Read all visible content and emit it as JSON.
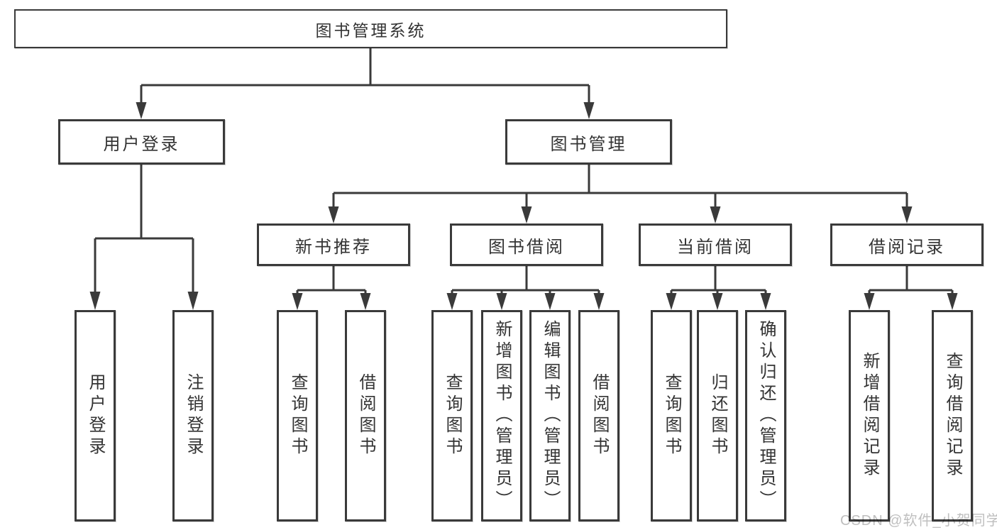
{
  "diagram": {
    "root": {
      "label": "图书管理系统"
    },
    "level2": [
      {
        "label": "用户登录"
      },
      {
        "label": "图书管理"
      }
    ],
    "level3": [
      {
        "label": "新书推荐"
      },
      {
        "label": "图书借阅"
      },
      {
        "label": "当前借阅"
      },
      {
        "label": "借阅记录"
      }
    ],
    "leaves": {
      "user_login": [
        {
          "label": "用户登录"
        },
        {
          "label": "注销登录"
        }
      ],
      "new_book": [
        {
          "label": "查询图书"
        },
        {
          "label": "借阅图书"
        }
      ],
      "book_borrow": [
        {
          "label": "查询图书"
        },
        {
          "label": "新增图书（管理员）"
        },
        {
          "label": "编辑图书（管理员）"
        },
        {
          "label": "借阅图书"
        }
      ],
      "current_borrow": [
        {
          "label": "查询图书"
        },
        {
          "label": "归还图书"
        },
        {
          "label": "确认归还（管理员）"
        }
      ],
      "borrow_record": [
        {
          "label": "新增借阅记录"
        },
        {
          "label": "查询借阅记录"
        }
      ]
    }
  },
  "watermark": {
    "text": "CSDN @软件_小贺同学"
  },
  "colors": {
    "line": "#3a3a3a",
    "box_border": "#3a3a3a",
    "text": "#333333",
    "background": "#ffffff",
    "watermark": "#bfbfbf"
  }
}
